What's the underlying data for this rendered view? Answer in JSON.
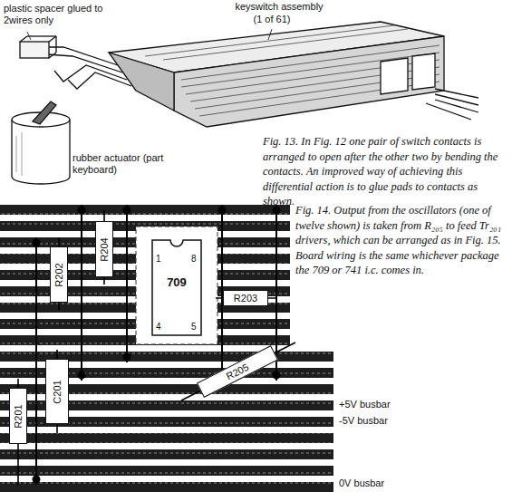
{
  "diagram": {
    "nodes": [
      {
        "text": [
          "R204"
        ]
      },
      {
        "text": [
          "R202"
        ]
      },
      {
        "text": [
          "709"
        ]
      },
      {
        "text": [
          "R203"
        ]
      },
      {
        "text": [
          "C201"
        ]
      },
      {
        "text": [
          "R201"
        ]
      },
      {
        "text": [
          "R205"
        ]
      }
    ],
    "labels": [
      "plastic spacer glued to 2wires only",
      "keyswitch assembly",
      "(1 of 61)",
      "rubber actuator (part keyboard)",
      "Fig. 13. In Fig. 12 one pair of switch contacts is arranged to open after the other two by bending the contacts. An improved way of achieving this differential action is to glue pads to contacts as shown.",
      "Fig. 14. Output from the oscillators (one of twelve shown) is taken from R₂₀₅ to feed Tr₂₀₁ drivers, which can be arranged as in Fig. 15. Board wiring is the same whichever package the 709 or 741 i.c. comes in.",
      "1",
      "8",
      "4",
      "5",
      "+5V busbar",
      "-5V busbar",
      "0V busbar"
    ]
  }
}
